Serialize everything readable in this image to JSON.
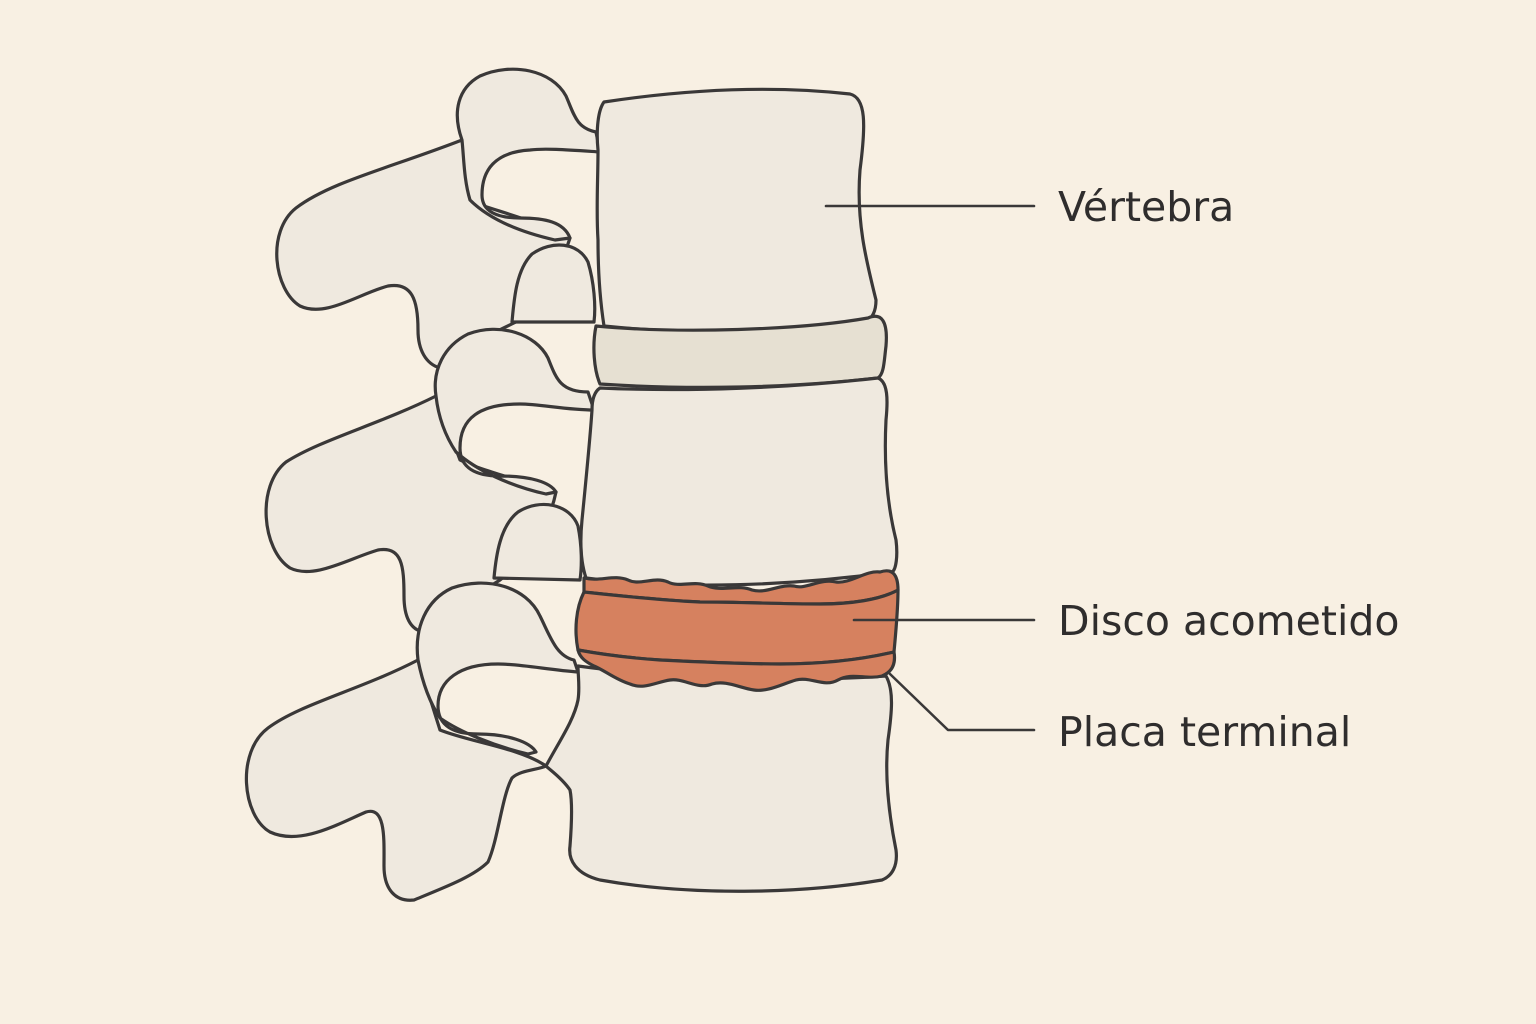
{
  "colors": {
    "background": "#f8f0e3",
    "bone": "#efe9df",
    "healthy_disc": "#e6e0d2",
    "affected_disc": "#d6815f",
    "outline": "#3a3838",
    "text": "#2f2d2d"
  },
  "labels": {
    "vertebra": "Vértebra",
    "affected_disc": "Disco acometido",
    "endplate": "Placa terminal"
  }
}
